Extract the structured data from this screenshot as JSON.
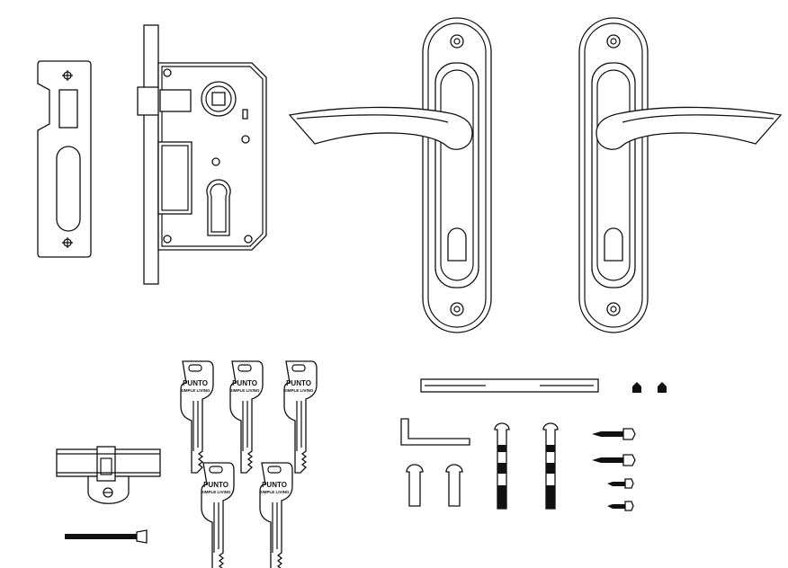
{
  "keys": {
    "brand": "PUNTO",
    "tagline": "SIMPLE LIVING",
    "count": 5
  },
  "colors": {
    "line": "#111111",
    "background": "#ffffff"
  }
}
